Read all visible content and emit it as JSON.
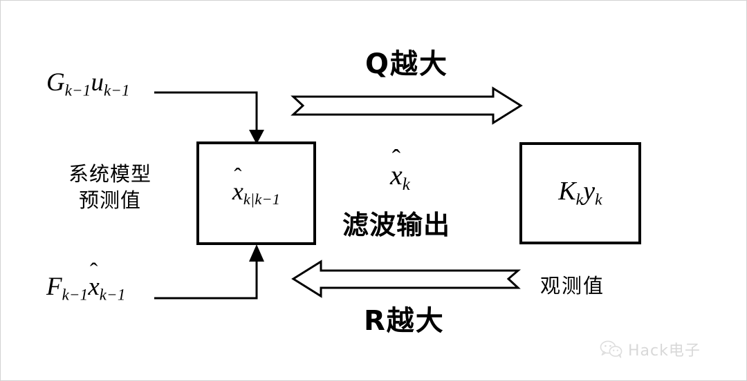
{
  "diagram": {
    "title": "Kalman filter Q/R influence diagram",
    "background_color": "#ffffff",
    "stroke_color": "#000000",
    "border_color": "#d2d2d2"
  },
  "inputs": {
    "control_term": {
      "base1": "G",
      "sub1": "k−1",
      "base2": "u",
      "sub2": "k−1"
    },
    "state_term": {
      "base1": "F",
      "sub1": "k−1",
      "base2": "x",
      "sub2": "k−1",
      "hat": "̂"
    }
  },
  "boxes": {
    "predict": {
      "base": "x",
      "hat": "̂",
      "sub": "k|k−1"
    },
    "gain": {
      "base1": "K",
      "sub1": "k",
      "base2": "y",
      "sub2": "k"
    }
  },
  "labels": {
    "system_model_line1": "系统模型",
    "system_model_line2": "预测值",
    "observation": "观测值",
    "filter_output": "滤波输出",
    "state_estimate": {
      "base": "x",
      "hat": "̂",
      "sub": "k"
    }
  },
  "arrows": {
    "top_label": "Q越大",
    "bottom_label": "R越大",
    "top_direction": "right",
    "bottom_direction": "left"
  },
  "watermark": {
    "text": "Hack电子",
    "icon": "wechat-icon",
    "color": "#d2d2d2"
  }
}
